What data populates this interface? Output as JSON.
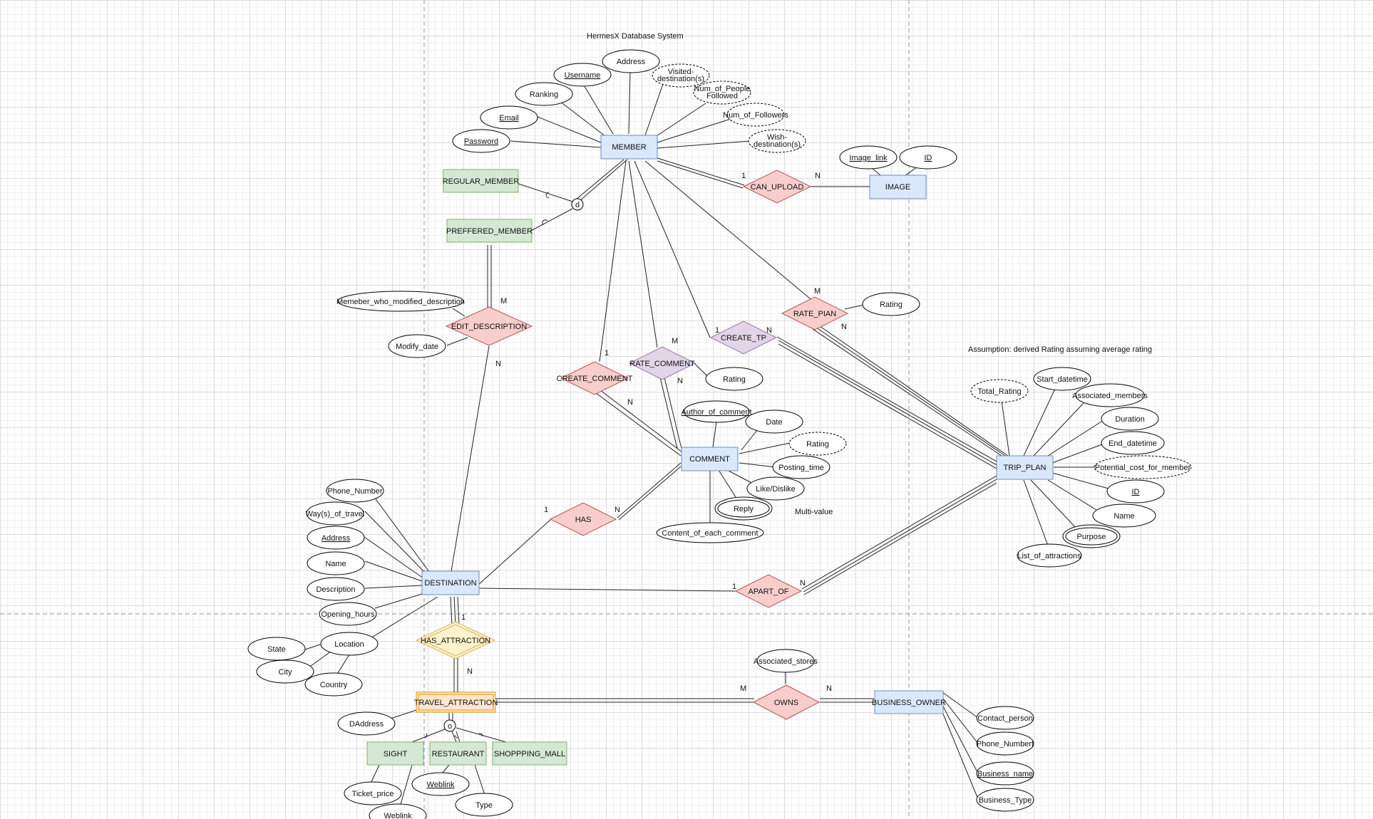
{
  "title": "HermesX Database System",
  "assumption": "Assumption: derived  Rating assuming average rating",
  "multi_value_note": "Multi-value",
  "entities": {
    "member": "MEMBER",
    "image": "IMAGE",
    "regular_member": "REGULAR_MEMBER",
    "preffered_member": "PREFFERED_MEMBER",
    "comment": "COMMENT",
    "trip_plan": "TRIP_PLAN",
    "destination": "DESTINATION",
    "travel_attraction": "TRAVEL_ATTRACTION",
    "business_owner": "BUSINESS_OWNER",
    "sight": "SIGHT",
    "restaurant": "RESTAURANT",
    "shopping_mall": "SHOPPPING_MALL"
  },
  "relationships": {
    "can_upload": "CAN_UPLOAD",
    "rate_pian": "RATE_PIAN",
    "create_tp": "CREATE_TP",
    "rate_comment": "RATE_COMMENT",
    "create_comment": "CREATE_COMMENT",
    "edit_description": "EDIT_DESCRIPTION",
    "has": "HAS",
    "apart_of": "APART_OF",
    "has_attraction": "HAS_ATTRACTION",
    "owns": "OWNS"
  },
  "specialization": {
    "member_disjoint": "d",
    "attraction_overlap": "o"
  },
  "attributes": {
    "member": {
      "address": "Address",
      "username": "Username",
      "ranking": "Ranking",
      "email": "Email",
      "password": "Password",
      "visited": "Visited-destination(s)",
      "num_people_followed": "Num_of_People Followed",
      "num_followers": "Num_of_Followers",
      "wish": "Wish-destination(s)"
    },
    "image": {
      "image_link": "Image_link",
      "id": "ID"
    },
    "rate_pian": {
      "rating": "Rating"
    },
    "rate_comment": {
      "rating": "Rating"
    },
    "edit_description": {
      "member_modified": "Memeber_who_modified_description",
      "modify_date": "Modify_date"
    },
    "comment": {
      "author": "Author_of_comment",
      "date": "Date",
      "rating": "Rating",
      "posting_time": "Posting_time",
      "like_dislike": "Like/Dislike",
      "reply": "Reply",
      "content": "Content_of_each_comment"
    },
    "trip_plan": {
      "total_rating": "Total_Rating",
      "start_datetime": "Start_datetime",
      "associated_members": "Associated_members",
      "duration": "Duration",
      "end_datetime": "End_datetime",
      "potential_cost": "Potential_cost_for_member",
      "id": "ID",
      "name": "Name",
      "purpose": "Purpose",
      "list_attractions": "List_of_attractions"
    },
    "destination": {
      "phone": "Phone_Number",
      "ways": "Way(s)_of_travel",
      "address": "Address",
      "name": "Name",
      "description": "Description",
      "opening_hours": "Opening_hours",
      "location": "Location",
      "state": "State",
      "city": "City",
      "country": "Country"
    },
    "travel_attraction": {
      "daddress": "DAddress"
    },
    "owns": {
      "associated_stores": "Associated_stores"
    },
    "business_owner": {
      "contact_person": "Contact_person",
      "phone_numbert": "Phone_Numbert",
      "business_name": "Business_name",
      "business_type": "Business_Type"
    },
    "sight": {
      "ticket_price": "Ticket_price",
      "weblink": "Weblink"
    },
    "restaurant": {
      "weblink": "Weblink",
      "type": "Type"
    }
  },
  "cardinalities": {
    "can_upload_member": "1",
    "can_upload_image": "N",
    "rate_pian_member": "M",
    "rate_pian_trip": "N",
    "create_tp_member": "1",
    "create_tp_trip": "N",
    "rate_comment_member": "M",
    "rate_comment_comment": "N",
    "create_comment_member": "1",
    "create_comment_comment": "N",
    "edit_description_member": "M",
    "edit_description_destination": "N",
    "has_destination": "1",
    "has_comment": "N",
    "apart_of_destination": "1",
    "apart_of_trip": "N",
    "has_attraction_destination": "1",
    "has_attraction_attraction": "N",
    "owns_attraction": "M",
    "owns_owner": "N"
  }
}
